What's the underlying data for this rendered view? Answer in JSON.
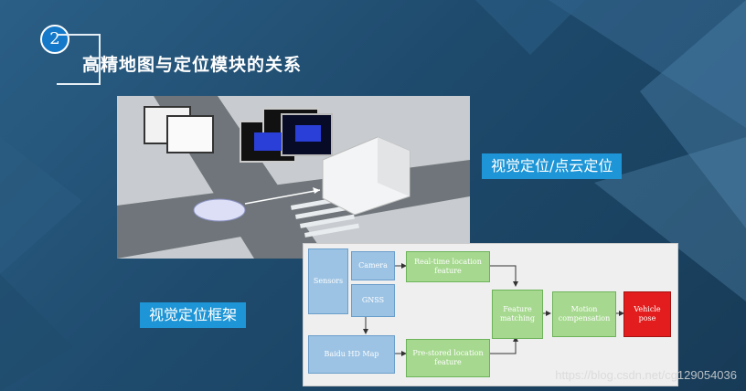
{
  "slide": {
    "number": "2",
    "title": "高精地图与定位模块的关系"
  },
  "labels": {
    "visual_cloud": "视觉定位/点云定位",
    "framework": "视觉定位框架"
  },
  "diagram": {
    "sensors": "Sensors",
    "camera": "Camera",
    "gnss": "GNSS",
    "realtime": "Real-time location feature",
    "baidu_map": "Baidu HD Map",
    "prestored": "Pre-stored location feature",
    "feature_matching": "Feature matching",
    "motion_comp": "Motion compensation",
    "vehicle_pose": "Vehicle pose"
  },
  "watermark": "https://blog.csdn.net/cg129054036"
}
